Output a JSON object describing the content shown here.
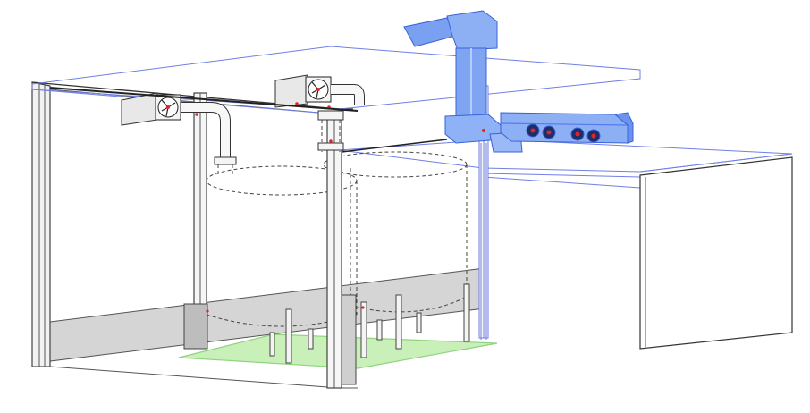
{
  "view": {
    "type": "3D isometric model view",
    "background": "#ffffff"
  },
  "colors": {
    "line": "#555555",
    "wall_fill": "#d9d9d9",
    "wall_fill_dark": "#bdbdbd",
    "ceiling_outline": "#6f7fe6",
    "selection_blue": "#6e95f0",
    "selection_blue_dark": "#3a62d8",
    "slab_green": "#c8f0b8",
    "slab_green_edge": "#8fd47c",
    "accent_red": "#e0242a"
  },
  "icons": {
    "fan_unit": "fan-icon",
    "tank": "cylinder-tank",
    "duct": "duct-riser",
    "diffuser": "round-diffuser"
  },
  "elements": {
    "left_enclosure": "room-enclosure",
    "right_platform": "right-platform",
    "tanks_count": 2,
    "fan_units_count": 2,
    "selected_duct_system": "duct-system-selected",
    "round_diffusers_count": 4,
    "support_posts_count": 9
  }
}
